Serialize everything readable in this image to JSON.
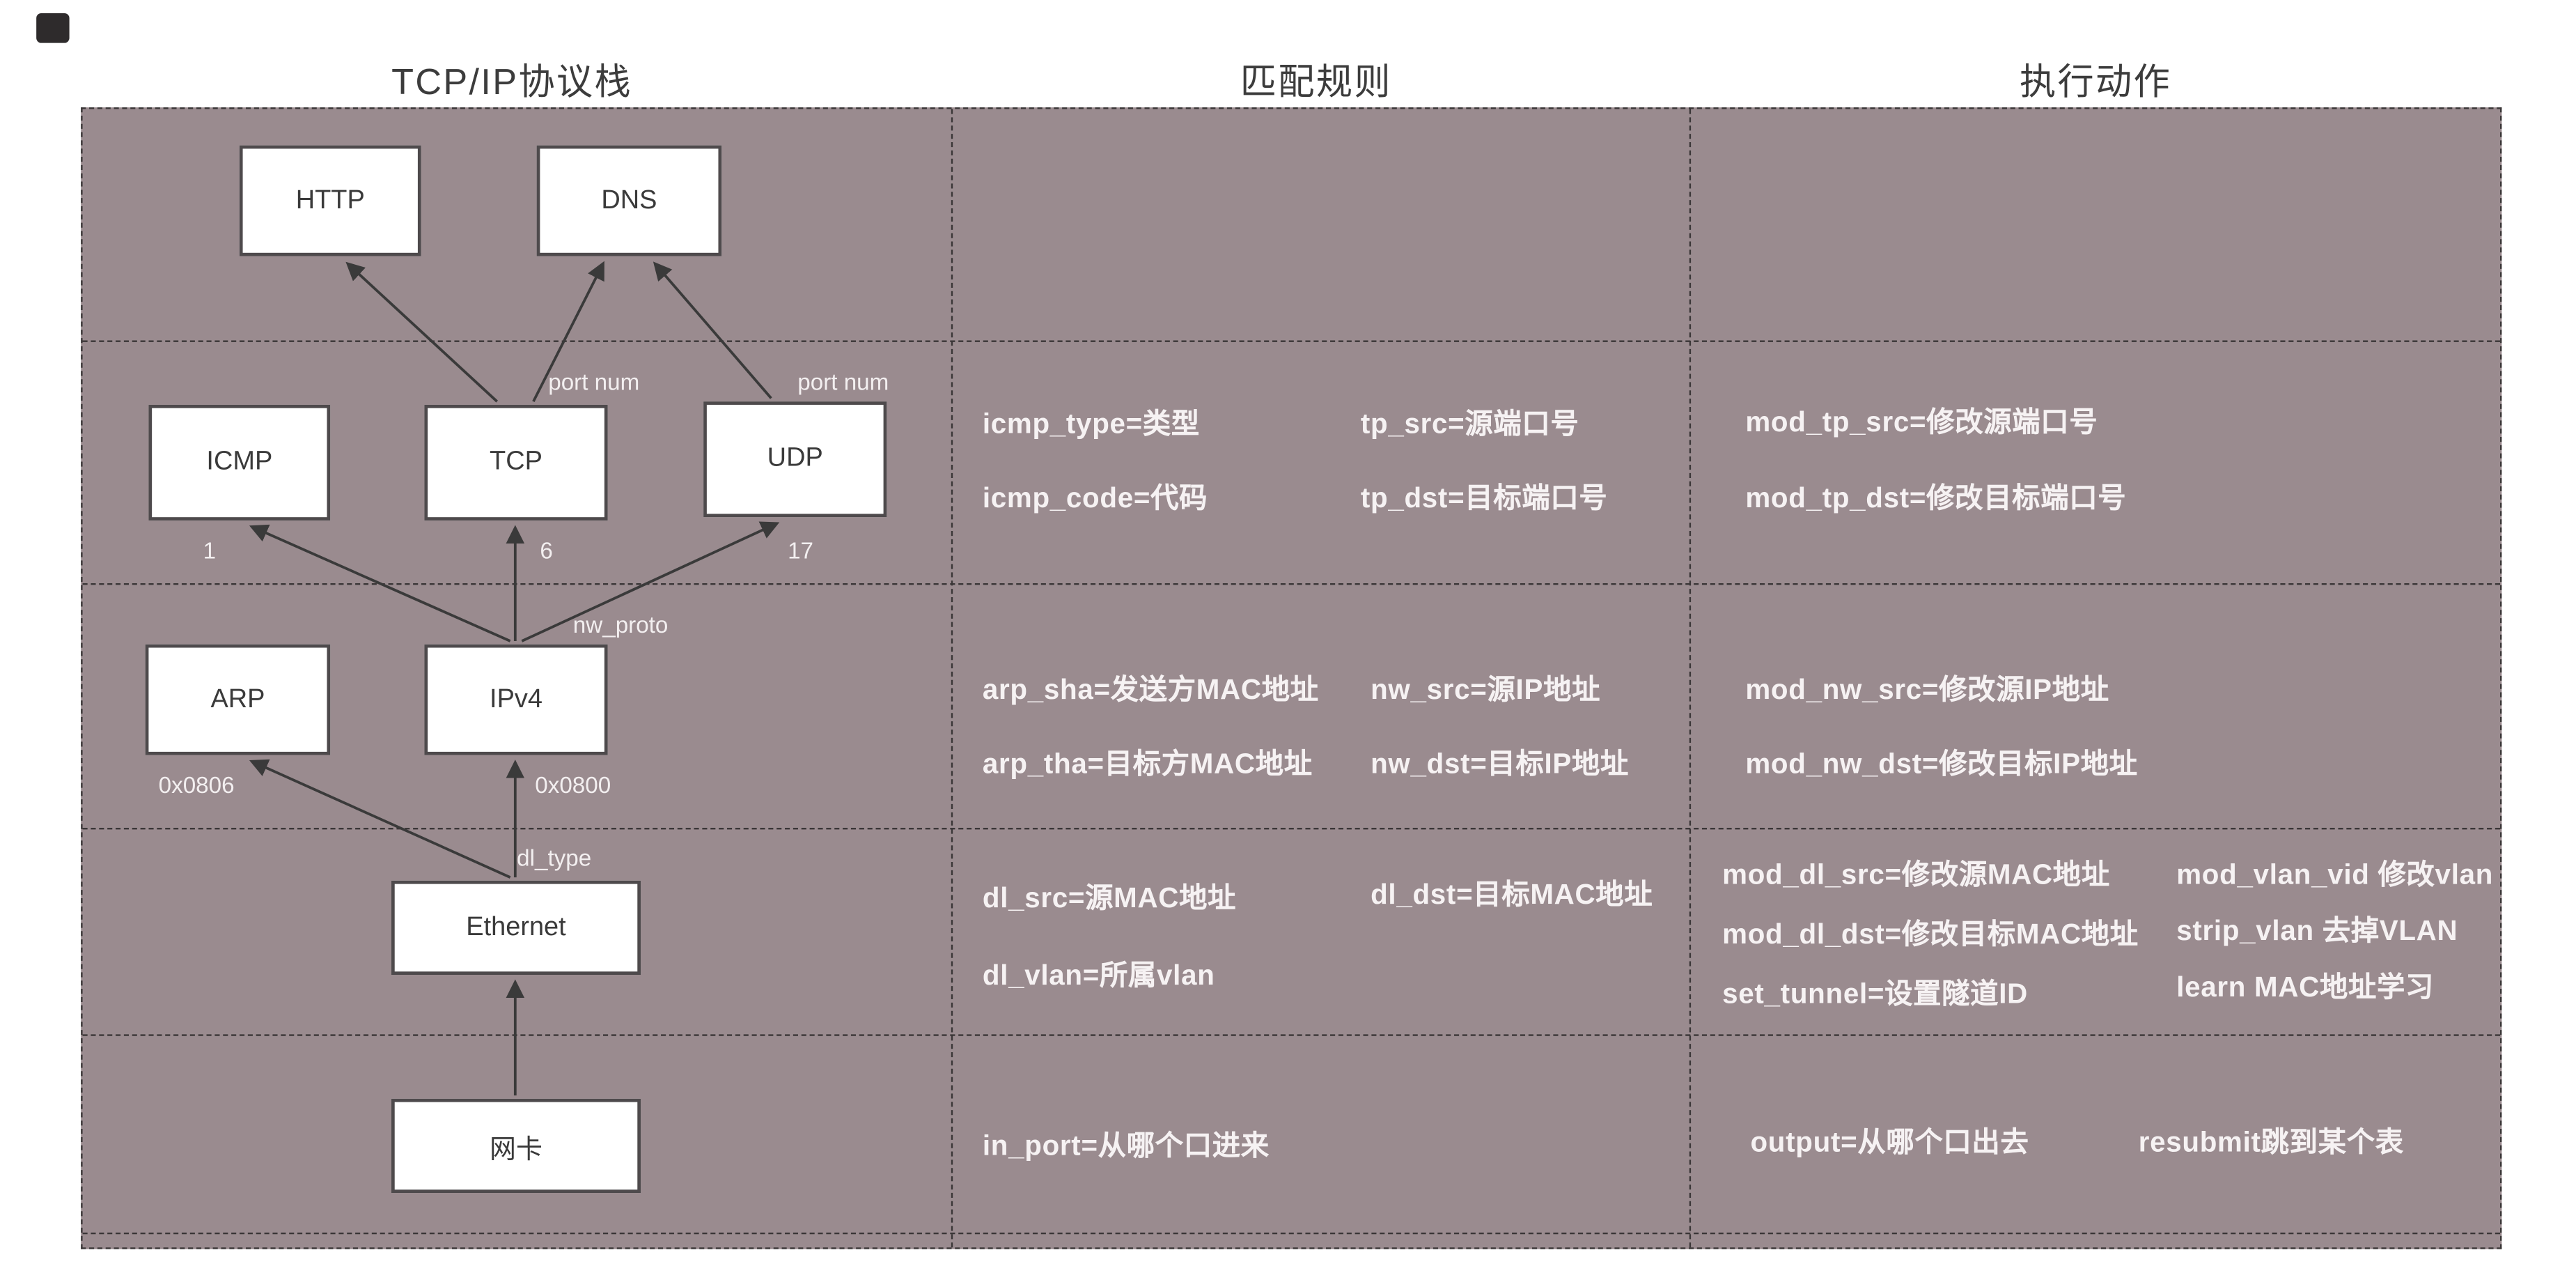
{
  "titles": {
    "stack": "TCP/IP协议栈",
    "match": "匹配规则",
    "action": "执行动作"
  },
  "nodes": {
    "http": "HTTP",
    "dns": "DNS",
    "icmp": "ICMP",
    "tcp": "TCP",
    "udp": "UDP",
    "arp": "ARP",
    "ipv4": "IPv4",
    "ethernet": "Ethernet",
    "nic": "网卡"
  },
  "edge_labels": {
    "port_num_tcp": "port num",
    "port_num_udp": "port num",
    "proto_icmp": "1",
    "proto_tcp": "6",
    "proto_udp": "17",
    "nw_proto": "nw_proto",
    "ethertype_arp": "0x0806",
    "ethertype_ipv4": "0x0800",
    "dl_type": "dl_type"
  },
  "match_rules": {
    "icmp_type": "icmp_type=类型",
    "tp_src": "tp_src=源端口号",
    "icmp_code": "icmp_code=代码",
    "tp_dst": "tp_dst=目标端口号",
    "arp_sha": "arp_sha=发送方MAC地址",
    "nw_src": "nw_src=源IP地址",
    "arp_tha": "arp_tha=目标方MAC地址",
    "nw_dst": "nw_dst=目标IP地址",
    "dl_src": "dl_src=源MAC地址",
    "dl_dst": "dl_dst=目标MAC地址",
    "dl_vlan": "dl_vlan=所属vlan",
    "in_port": "in_port=从哪个口进来"
  },
  "actions": {
    "mod_tp_src": "mod_tp_src=修改源端口号",
    "mod_tp_dst": "mod_tp_dst=修改目标端口号",
    "mod_nw_src": "mod_nw_src=修改源IP地址",
    "mod_nw_dst": "mod_nw_dst=修改目标IP地址",
    "mod_dl_src": "mod_dl_src=修改源MAC地址",
    "mod_vlan_vid": "mod_vlan_vid 修改vlan",
    "mod_dl_dst": "mod_dl_dst=修改目标MAC地址",
    "strip_vlan": "strip_vlan 去掉VLAN",
    "set_tunnel": "set_tunnel=设置隧道ID",
    "learn": "learn MAC地址学习",
    "output": "output=从哪个口出去",
    "resubmit": "resubmit跳到某个表"
  },
  "colors": {
    "board_bg": "#9a8b8f",
    "node_bg": "#ffffff",
    "node_border": "#4e4a4c",
    "line": "#3a3a3a",
    "light_text": "#f6f2f3",
    "dark_text": "#3c3c3c"
  }
}
